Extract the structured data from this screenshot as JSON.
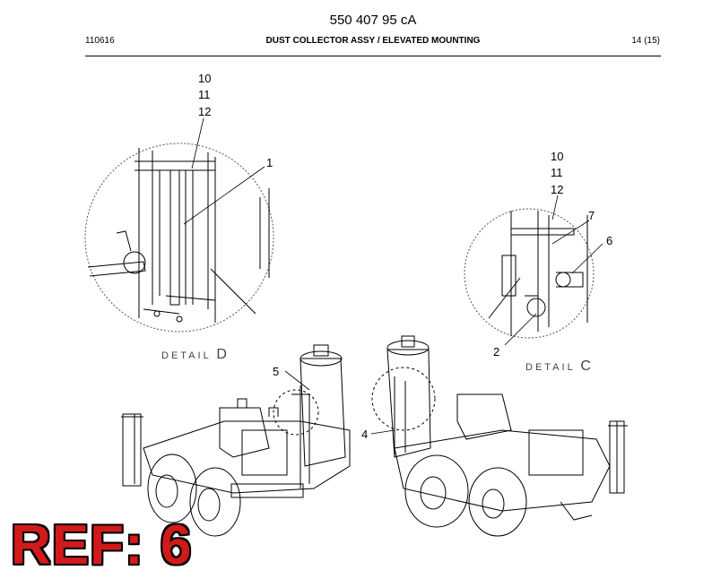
{
  "header": {
    "doc_number": "550 407 95 cA",
    "code": "110616",
    "title": "DUST COLLECTOR ASSY / ELEVATED MOUNTING",
    "page": "14 (15)"
  },
  "details": [
    {
      "label_prefix": "DETAIL",
      "letter": "D"
    },
    {
      "label_prefix": "DETAIL",
      "letter": "C"
    }
  ],
  "callouts": {
    "d_10": "10",
    "d_11": "11",
    "d_12": "12",
    "d_1": "1",
    "c_10": "10",
    "c_11": "11",
    "c_12": "12",
    "c_7": "7",
    "c_6": "6",
    "c_2": "2",
    "m_5": "5",
    "m_4": "4"
  },
  "ref_label": "REF: 6"
}
